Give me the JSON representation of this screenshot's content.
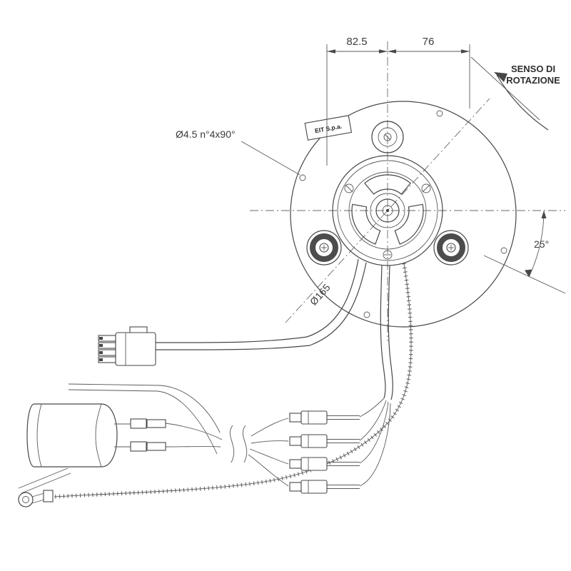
{
  "labels": {
    "dim_top_left": "82.5",
    "dim_top_right": "76",
    "rotation_line1": "SENSO DI",
    "rotation_line2": "ROTAZIONE",
    "holes_callout": "Ø4.5 n°4x90°",
    "angle": "25°",
    "bolt_circle_diameter": "Ø165",
    "brand": "EIT S.p.a."
  },
  "colors": {
    "line": "#474747",
    "background": "#ffffff"
  }
}
